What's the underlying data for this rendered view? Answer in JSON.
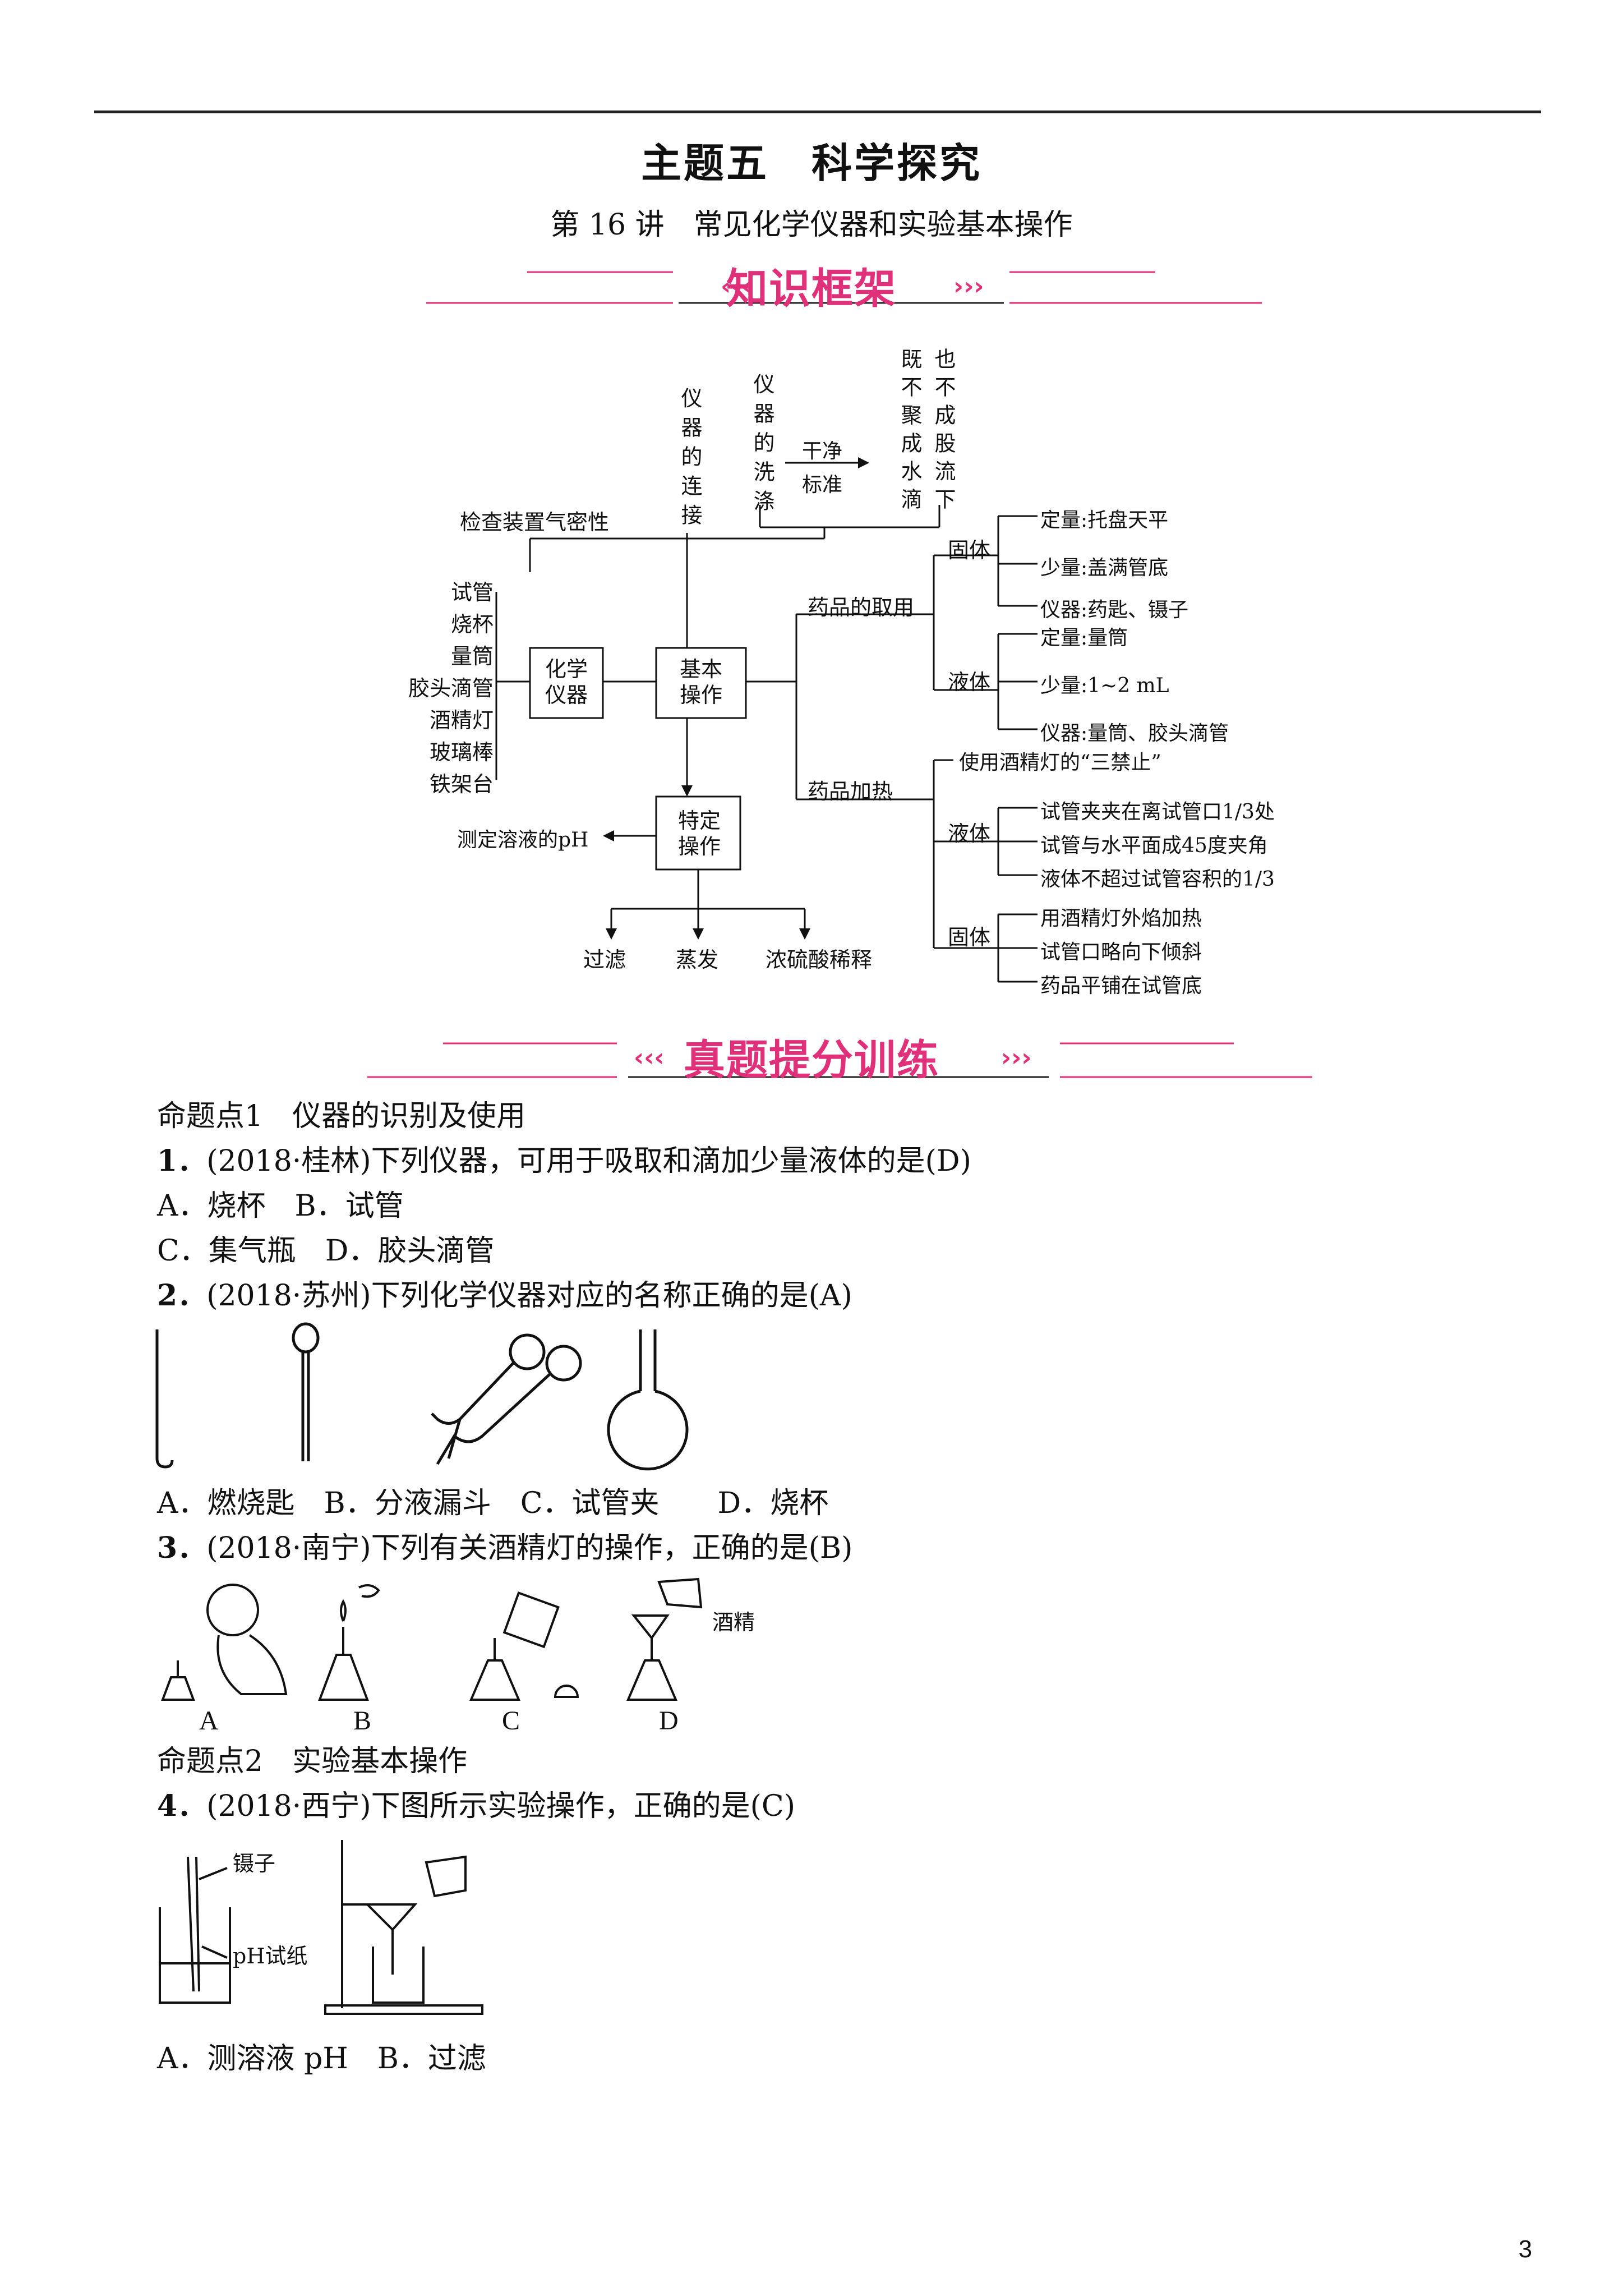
{
  "header": {
    "title": "主题五　科学探究",
    "subtitle": "第 16 讲　常见化学仪器和实验基本操作"
  },
  "banners": {
    "knowledge": "知识框架",
    "training": "真题提分训练"
  },
  "diagram": {
    "connect": "仪器的连接",
    "wash": "仪器的洗涤",
    "clean_top": "干净",
    "clean_bottom": "标准",
    "standard_col1": "既不聚成水滴",
    "standard_col2": "也不成股流下",
    "airtight": "检查装置气密性",
    "instruments": [
      "试管",
      "烧杯",
      "量筒",
      "胶头滴管",
      "酒精灯",
      "玻璃棒",
      "铁架台"
    ],
    "chem_box": "化学仪器",
    "basic_box": "基本操作",
    "special_box": "特定操作",
    "ph": "测定溶液的pH",
    "filter": "过滤",
    "evaporate": "蒸发",
    "dilute": "浓硫酸稀释",
    "take": "药品的取用",
    "solid": "固体",
    "solid_items": [
      "定量:托盘天平",
      "少量:盖满管底",
      "仪器:药匙、镊子"
    ],
    "liquid": "液体",
    "liquid_items": [
      "定量:量筒",
      "少量:1~2 mL",
      "仪器:量筒、胶头滴管"
    ],
    "heat": "药品加热",
    "three_ban": "使用酒精灯的“三禁止”",
    "heat_liquid": "液体",
    "heat_liquid_items": [
      "试管夹夹在离试管口1/3处",
      "试管与水平面成45度夹角",
      "液体不超过试管容积的1/3"
    ],
    "heat_solid": "固体",
    "heat_solid_items": [
      "用酒精灯外焰加热",
      "试管口略向下倾斜",
      "药品平铺在试管底"
    ]
  },
  "questions": {
    "point1": "命题点1　仪器的识别及使用",
    "q1_num": "1．",
    "q1": "(2018·桂林)下列仪器，可用于吸取和滴加少量液体的是(D)",
    "q1_ab": "A．烧杯　B．试管",
    "q1_cd": "C．集气瓶　D．胶头滴管",
    "q2_num": "2．",
    "q2": "(2018·苏州)下列化学仪器对应的名称正确的是(A)",
    "q2_opts": "A．燃烧匙　B．分液漏斗　C．试管夹　　D．烧杯",
    "q3_num": "3．",
    "q3": "(2018·南宁)下列有关酒精灯的操作，正确的是(B)",
    "q3_labels": [
      "A",
      "B",
      "C",
      "D"
    ],
    "q3_alcohol": "酒精",
    "point2": "命题点2　实验基本操作",
    "q4_num": "4．",
    "q4": "(2018·西宁)下图所示实验操作，正确的是(C)",
    "q4_tweezers": "镊子",
    "q4_ph_paper": "pH试纸",
    "q4_opts": "A．测溶液 pH　B．过滤"
  },
  "page_number": "3",
  "colors": {
    "accent": "#e0307a",
    "text": "#111111"
  }
}
